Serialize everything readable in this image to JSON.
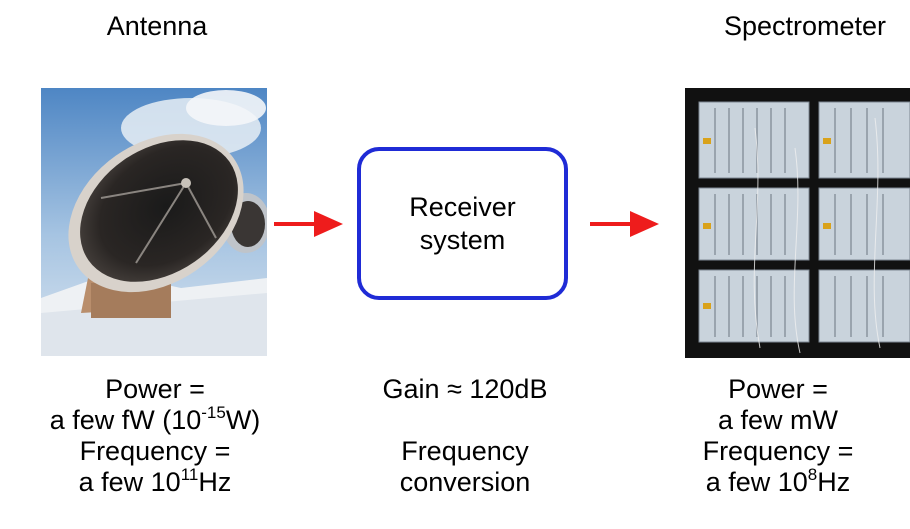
{
  "antenna": {
    "title": "Antenna",
    "power_label": "Power =",
    "power_value_prefix": "a few fW (10",
    "power_value_exp": "-15",
    "power_value_suffix": "W)",
    "frequency_label": "Frequency =",
    "frequency_value_prefix": "a few 10",
    "frequency_value_exp": "11",
    "frequency_value_suffix": "Hz"
  },
  "receiver": {
    "line1": "Receiver",
    "line2": "system",
    "gain": "Gain ≈ 120dB",
    "conversion_line1": "Frequency",
    "conversion_line2": "conversion"
  },
  "spectrometer": {
    "title": "Spectrometer",
    "power_label": "Power =",
    "power_value": "a few mW",
    "frequency_label": "Frequency =",
    "frequency_value_prefix": "a few 10",
    "frequency_value_exp": "8",
    "frequency_value_suffix": "Hz"
  },
  "colors": {
    "arrow": "#ee1c1c",
    "box_border": "#1f2bd6"
  }
}
